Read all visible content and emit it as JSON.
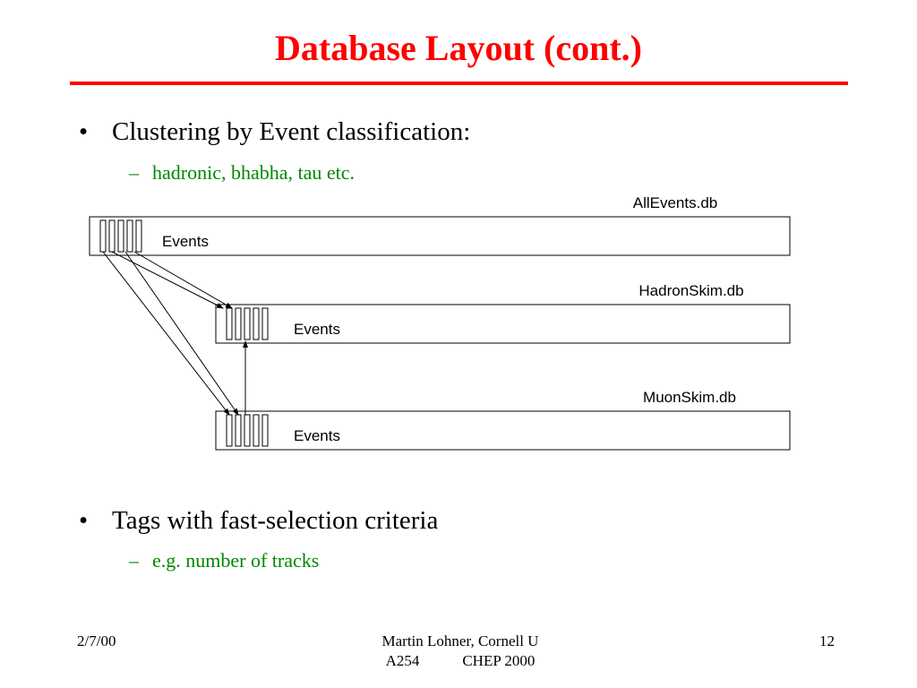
{
  "slide": {
    "title": "Database Layout (cont.)"
  },
  "bullets": [
    {
      "marker": "•",
      "text": "Clustering by Event classification:",
      "sub": {
        "marker": "–",
        "text": "hadronic, bhabha, tau etc."
      }
    },
    {
      "marker": "•",
      "text": "Tags with fast-selection criteria",
      "sub": {
        "marker": "–",
        "text": "e.g. number of tracks"
      }
    }
  ],
  "diagram": {
    "databases": [
      {
        "name": "AllEvents.db",
        "events_label": "Events"
      },
      {
        "name": "HadronSkim.db",
        "events_label": "Events"
      },
      {
        "name": "MuonSkim.db",
        "events_label": "Events"
      }
    ]
  },
  "footer": {
    "date": "2/7/00",
    "author": "Martin Lohner, Cornell U",
    "room": "A254",
    "conference": "CHEP 2000",
    "page_number": "12"
  },
  "colors": {
    "title": "#ff0000",
    "sub_bullet": "#008800"
  }
}
